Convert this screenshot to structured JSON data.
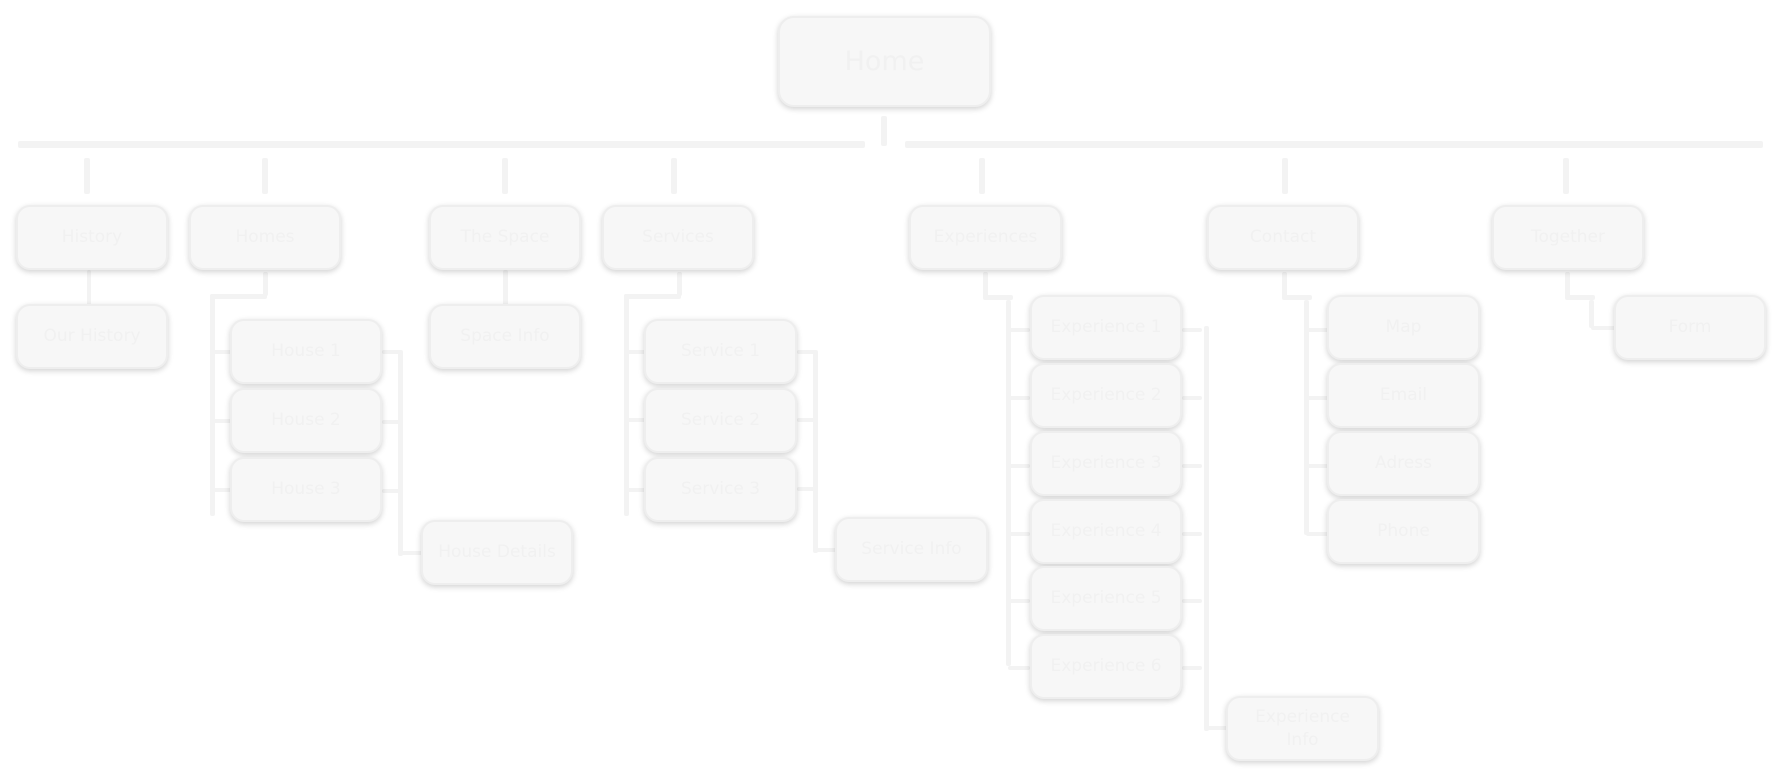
{
  "sitemap": {
    "root": "Home",
    "history": {
      "label": "History",
      "children": [
        "Our History"
      ]
    },
    "homes": {
      "label": "Homes",
      "children": [
        "House 1",
        "House 2",
        "House 3"
      ],
      "detail": "House Details"
    },
    "space": {
      "label": "The Space",
      "children": [
        "Space Info"
      ]
    },
    "services": {
      "label": "Services",
      "children": [
        "Service 1",
        "Service 2",
        "Service 3"
      ],
      "detail": "Service Info"
    },
    "experiences": {
      "label": "Experiences",
      "children": [
        "Experience 1",
        "Experience 2",
        "Experience 3",
        "Experience 4",
        "Experience 5",
        "Experience 6"
      ],
      "detail": "Experience Info"
    },
    "contact": {
      "label": "Contact",
      "children": [
        "Map",
        "Email",
        "Adress",
        "Phone"
      ]
    },
    "together": {
      "label": "Together",
      "children": [
        "Form"
      ]
    }
  }
}
